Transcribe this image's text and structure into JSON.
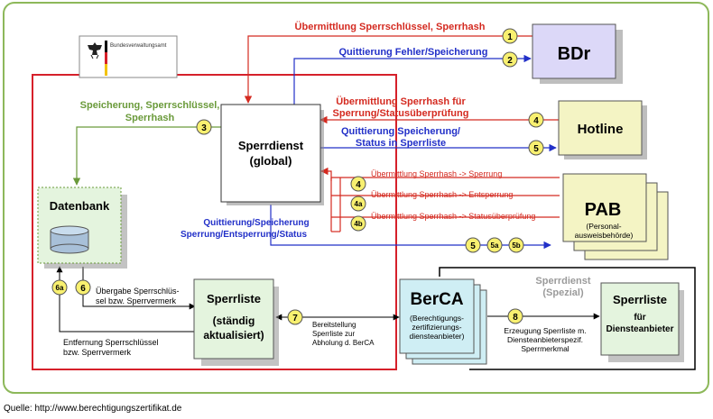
{
  "logo": {
    "org_name": "Bundesverwaltungsamt"
  },
  "nodes": {
    "bdr": "BDr",
    "hotline": "Hotline",
    "pab": {
      "title": "PAB",
      "subtitle": [
        "(Personal-",
        "ausweisbehörde)"
      ]
    },
    "sperrdienst_global": {
      "line1": "Sperrdienst",
      "line2": "(global)"
    },
    "datenbank": "Datenbank",
    "sperrliste": {
      "line1": "Sperrliste",
      "line2": "(ständig",
      "line3": "aktualisiert)"
    },
    "berca": {
      "title": "BerCA",
      "subtitle": [
        "(Berechtigungs-",
        "zertifizierungs-",
        "diensteanbieter)"
      ]
    },
    "sperrdienst_spezial": {
      "line1": "Sperrdienst",
      "line2": "(Spezial)"
    },
    "sperrliste_diensteanbieter": {
      "line1": "Sperrliste",
      "line2": "für",
      "line3": "Diensteanbieter"
    }
  },
  "edge_labels": {
    "e1": "Übermittlung Sperrschlüssel, Sperrhash",
    "e2": "Quittierung Fehler/Speicherung",
    "e3": [
      "Speicherung, Sperrschlüssel,",
      "Sperrhash"
    ],
    "e4_hotline": [
      "Übermittlung Sperrhash für",
      "Sperrung/Statusüberprüfung"
    ],
    "e5_hotline": [
      "Quittierung Speicherung/",
      "Status in Sperrliste"
    ],
    "e4_pab": "Übermittlung Sperrhash -> Sperrung",
    "e4a_pab": "Übermittlung Sperrhash -> Entsperrung",
    "e4b_pab": "Übermittlung Sperrhash -> Statusüberprüfung",
    "e5_pab": [
      "Quittierung/Speicherung",
      "Sperrung/Entsperrung/Status"
    ],
    "e6": [
      "Übergabe Sperrschlüs-",
      "sel bzw. Sperrvermerk"
    ],
    "e6a": [
      "Entfernung Sperrschlüssel",
      "bzw. Sperrvermerk"
    ],
    "e7": [
      "Bereitstellung",
      "Sperrliste zur",
      "Abholung d. BerCA"
    ],
    "e8": [
      "Erzeugung Sperrliste m.",
      "Diensteanbieterspezif.",
      "Sperrmerkmal"
    ]
  },
  "badges": {
    "b1": "1",
    "b2": "2",
    "b3": "3",
    "b4h": "4",
    "b5h": "5",
    "b4p": "4",
    "b4a": "4a",
    "b4b": "4b",
    "b5": "5",
    "b5a": "5a",
    "b5b": "5b",
    "b6": "6",
    "b6a": "6a",
    "b7": "7",
    "b8": "8"
  },
  "source": "Quelle: http://www.berechtigungszertifikat.de",
  "colors": {
    "frame_green": "#8db85a",
    "zone_red": "#d6202a",
    "arrow_red": "#d42a20",
    "arrow_blue": "#2230c8",
    "arrow_green": "#6a9a3a",
    "bdr_fill": "#dcd8f8",
    "yellow_fill": "#f4f4c4",
    "green_fill": "#e4f4de",
    "cyan_fill": "#cfeef4",
    "badge_fill": "#f8f070"
  }
}
